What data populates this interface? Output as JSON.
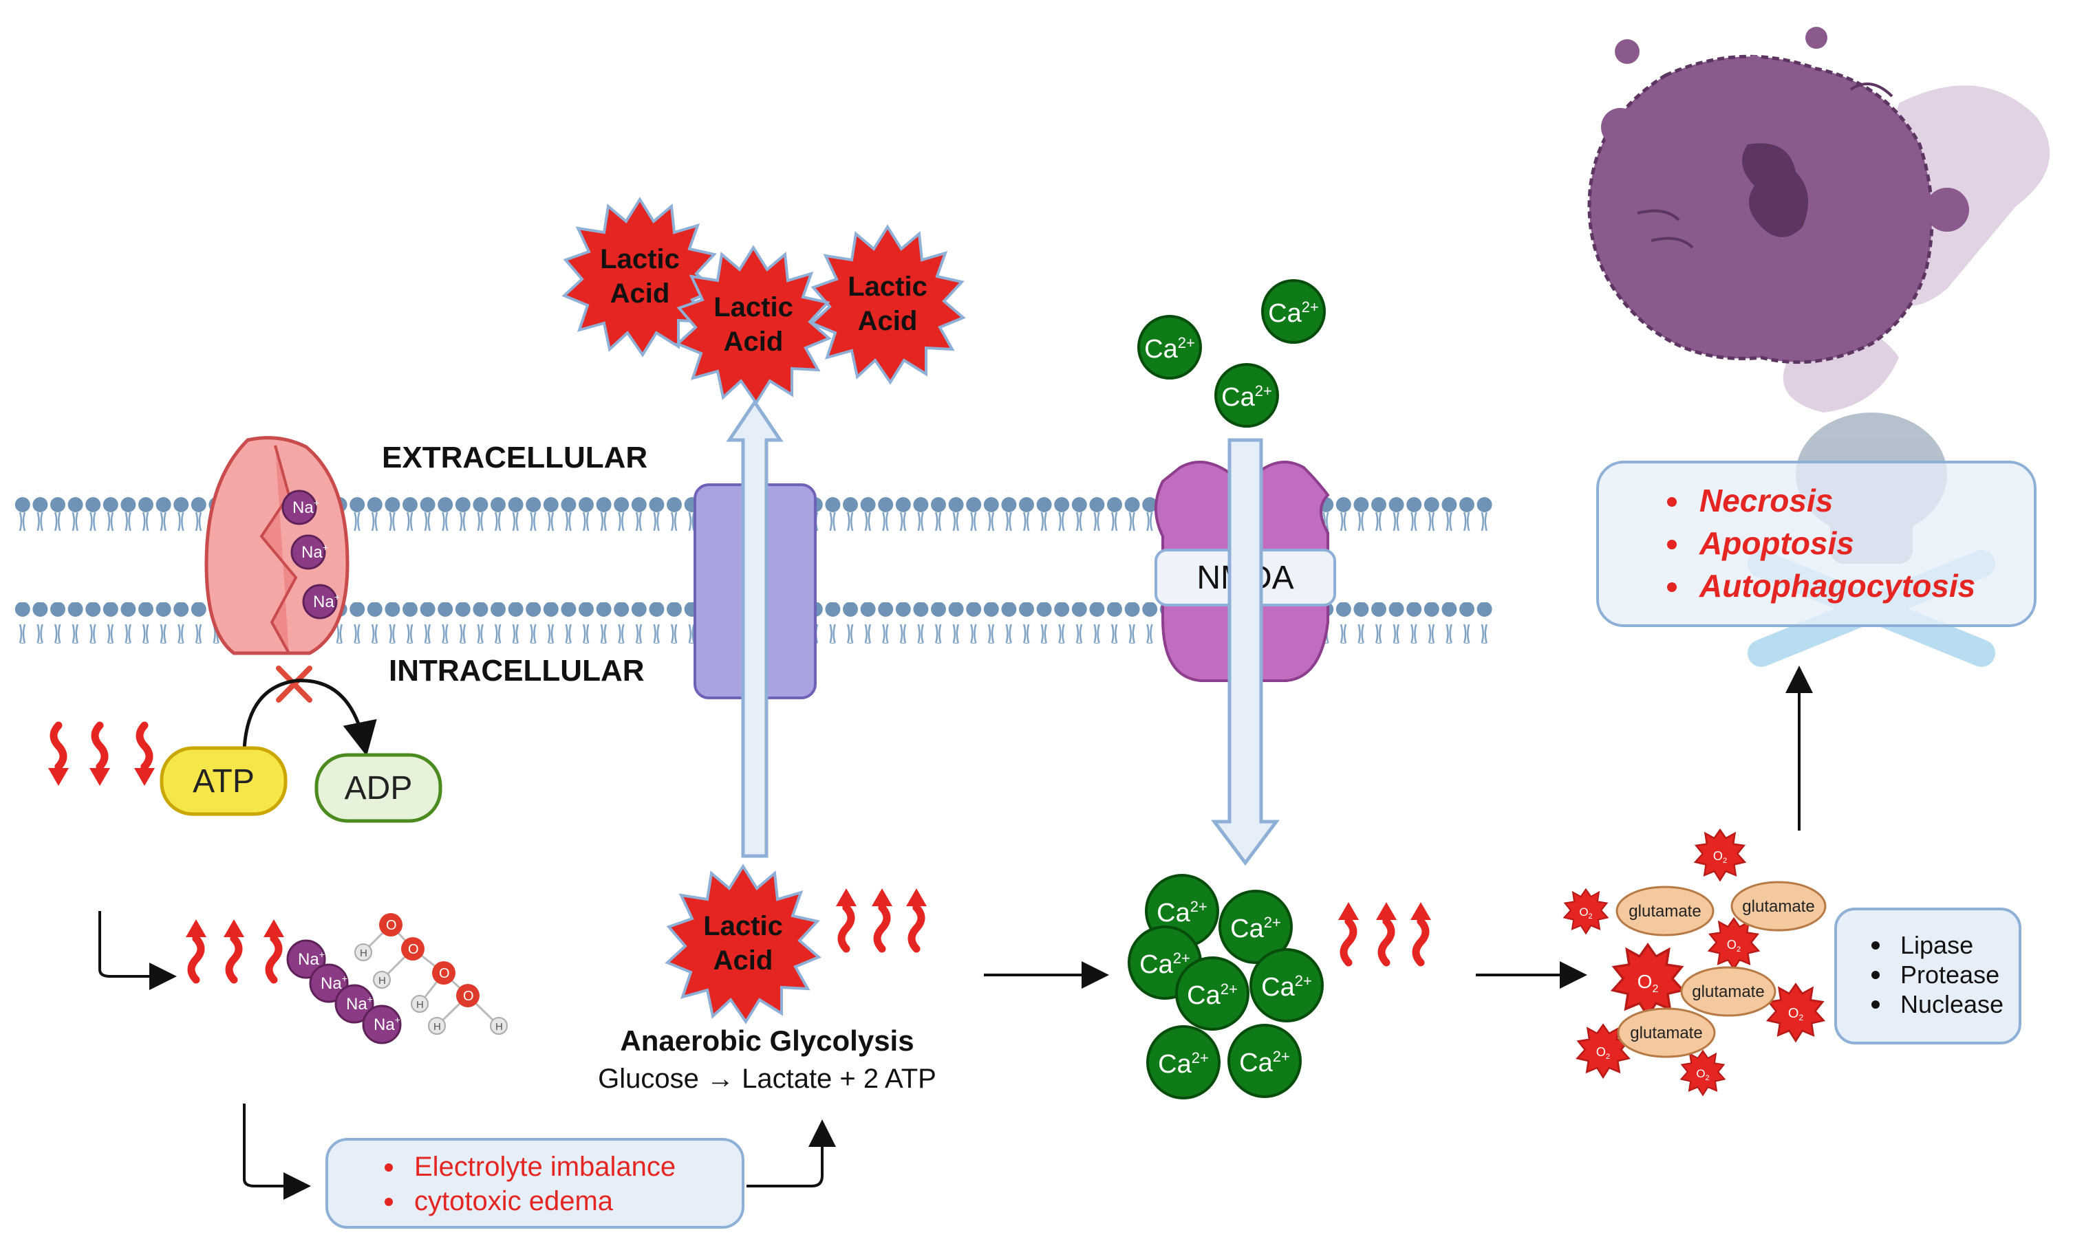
{
  "labels": {
    "extracellular": "EXTRACELLULAR",
    "intracellular": "INTRACELLULAR",
    "nmda": "NMDA",
    "atp": "ATP",
    "adp": "ADP",
    "na": "Na",
    "plus": "+",
    "ca": "Ca",
    "ca_charge": "2+",
    "h": "H",
    "o": "O",
    "o2": "O",
    "o2_sub": "2",
    "glutamate": "glutamate"
  },
  "lactic_acid": {
    "line1": "Lactic",
    "line2": "Acid"
  },
  "glycolysis": {
    "title": "Anaerobic Glycolysis",
    "equation": "Glucose → Lactate + 2 ATP"
  },
  "consequences": [
    "Electrolyte imbalance",
    "cytotoxic edema"
  ],
  "enzymes": [
    "Lipase",
    "Protease",
    "Nuclease"
  ],
  "cell_death": [
    "Necrosis",
    "Apoptosis",
    "Autophagocytosis"
  ],
  "colors": {
    "red": "#e42521",
    "membrane": "#6f93b6",
    "green": "#0f7a18",
    "purple_ion": "#8b3a86",
    "box_fill": "#e6eef8",
    "box_stroke": "#8fb0d6"
  }
}
